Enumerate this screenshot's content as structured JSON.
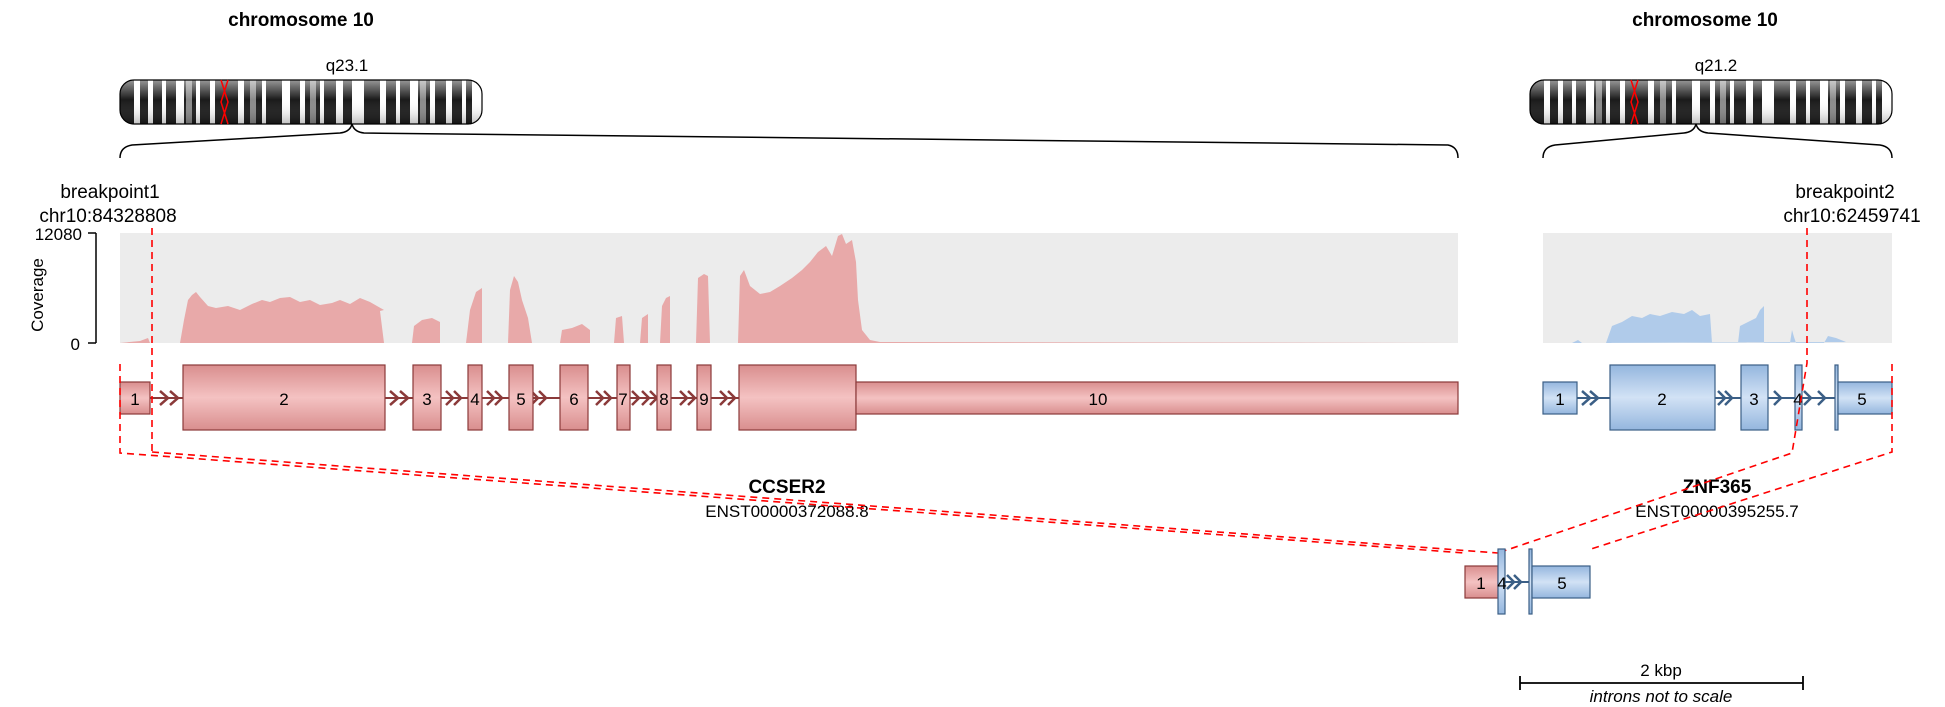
{
  "chromosomes": [
    {
      "title": "chromosome 10",
      "band": "q23.1"
    },
    {
      "title": "chromosome 10",
      "band": "q21.2"
    }
  ],
  "breakpoints": [
    {
      "label": "breakpoint1",
      "position": "chr10:84328808"
    },
    {
      "label": "breakpoint2",
      "position": "chr10:62459741"
    }
  ],
  "coverage": {
    "axis_label": "Coverage",
    "max_label": "12080",
    "min_label": "0"
  },
  "genes": [
    {
      "name": "CCSER2",
      "transcript": "ENST00000372088.8",
      "color": "#e8a9a9",
      "exons": [
        "1",
        "2",
        "3",
        "4",
        "5",
        "6",
        "7",
        "8",
        "9",
        "10"
      ]
    },
    {
      "name": "ZNF365",
      "transcript": "ENST00000395255.7",
      "color": "#b0cbea",
      "exons": [
        "1",
        "2",
        "3",
        "4",
        "5"
      ]
    }
  ],
  "fusion": {
    "exons": [
      "1",
      "4",
      "5"
    ]
  },
  "scale": {
    "label": "2 kbp",
    "note": "introns not to scale"
  },
  "colors": {
    "gene1_fill": "#e8a9a9",
    "gene1_stroke": "#8b3a3a",
    "gene2_fill": "#b0cbea",
    "gene2_stroke": "#3b5f86",
    "coverage_bg": "#ececec",
    "breakpoint": "#ff0000",
    "centromere": "#ff0000"
  }
}
